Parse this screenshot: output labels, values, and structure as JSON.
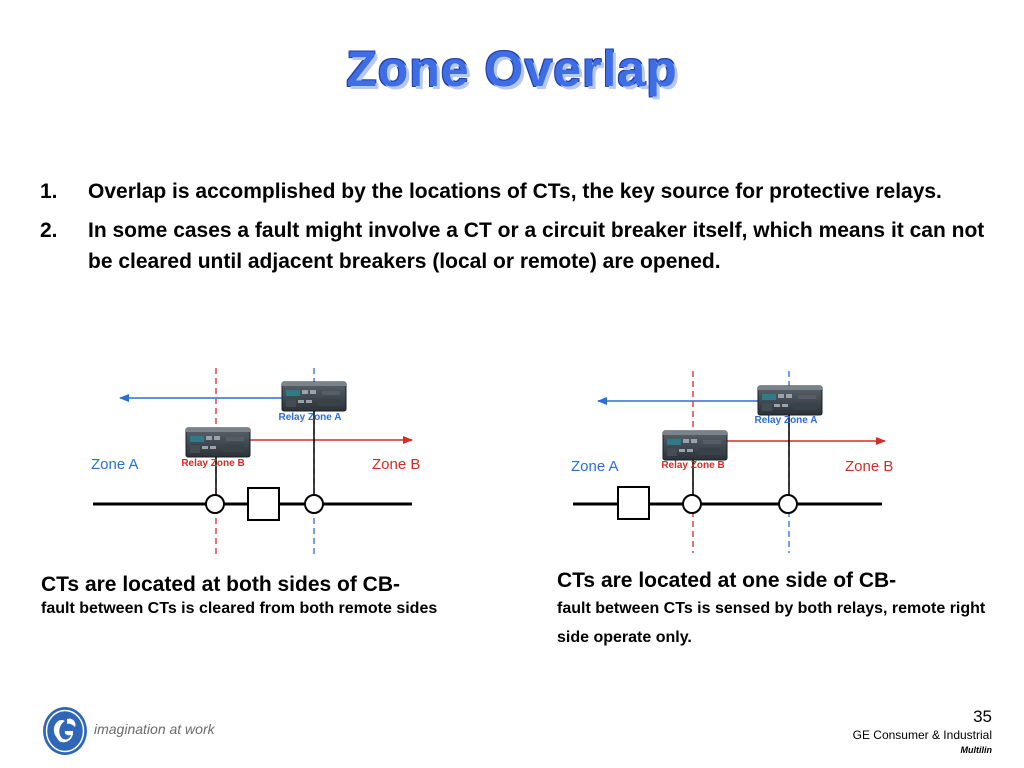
{
  "title": "Zone Overlap",
  "points": [
    {
      "num": "1.",
      "text": "Overlap is accomplished by the locations of CTs, the key source for protective relays."
    },
    {
      "num": "2.",
      "text": "In some cases a fault might involve a CT or a circuit breaker itself, which means it can not be cleared until adjacent breakers (local or remote) are opened."
    }
  ],
  "diagram_left": {
    "relay_a": "Relay Zone A",
    "relay_b": "Relay Zone B",
    "zone_a": "Zone A",
    "zone_b": "Zone B"
  },
  "diagram_right": {
    "relay_a": "Relay Zone A",
    "relay_b": "Relay Zone B",
    "zone_a": "Zone A",
    "zone_b": "Zone B"
  },
  "caption_left": {
    "head": "CTs are located at both sides of CB-",
    "sub": "fault between CTs is cleared from both remote sides"
  },
  "caption_right": {
    "head": "CTs are located at one side of CB-",
    "sub": "fault between CTs is sensed by both relays, remote right side operate only."
  },
  "footer": {
    "tagline": "imagination at work",
    "page": "35",
    "company": "GE Consumer & Industrial",
    "brand": "Multilin"
  },
  "colors": {
    "title": "#3d6ee6",
    "zone_a": "#2a6fd6",
    "zone_b": "#d82a2a"
  }
}
